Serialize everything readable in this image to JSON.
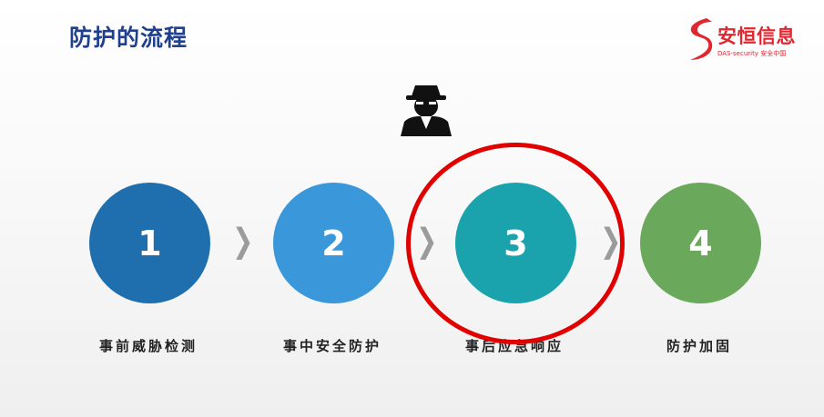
{
  "slide": {
    "title": "防护的流程"
  },
  "logo": {
    "name": "安恒信息",
    "sub": "DAS-security 安全中国",
    "color": "#e1262f"
  },
  "icons": {
    "hacker": "hacker-spy-icon",
    "chevron": "chevron-right-icon"
  },
  "steps": [
    {
      "number": "1",
      "label": "事前威胁检测",
      "color": "#1f6fae"
    },
    {
      "number": "2",
      "label": "事中安全防护",
      "color": "#3a97da"
    },
    {
      "number": "3",
      "label": "事后应急响应",
      "color": "#1aa3ad"
    },
    {
      "number": "4",
      "label": "防护加固",
      "color": "#6aa85b"
    }
  ],
  "chevron": {
    "glyph": "❯"
  },
  "highlight": {
    "color": "#e00000",
    "step": "3"
  }
}
